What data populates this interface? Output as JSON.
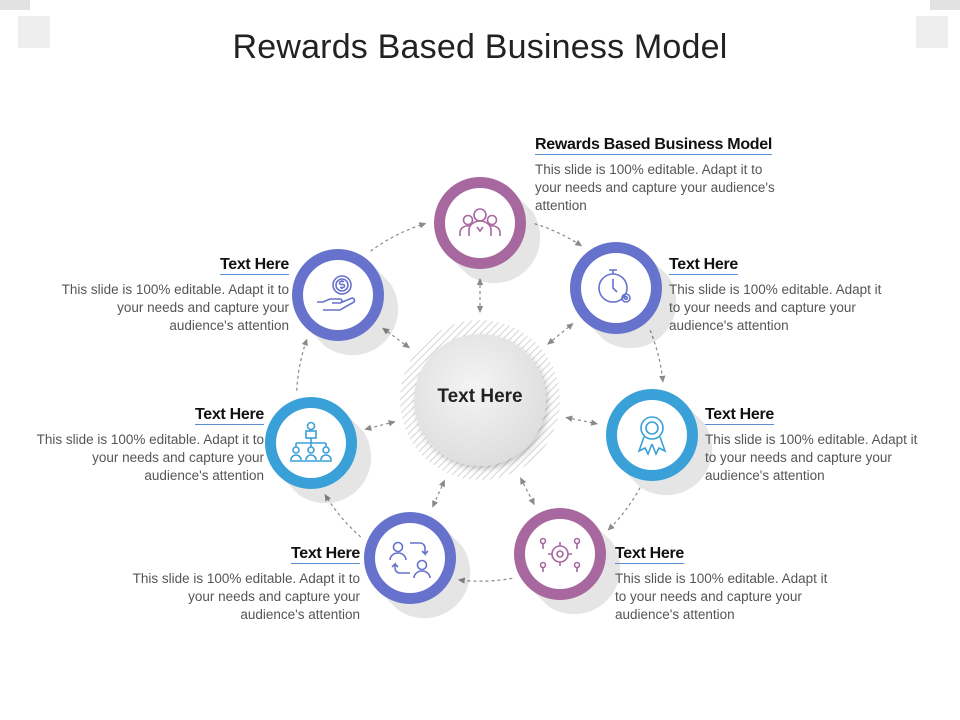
{
  "title": "Rewards Based Business Model",
  "center": {
    "label": "Text Here"
  },
  "colors": {
    "magenta": "#a7679f",
    "indigo": "#6672cc",
    "blue": "#3aa0d8",
    "arrow": "#8a8a8a"
  },
  "nodes": [
    {
      "id": "top",
      "icon": "team-people-icon",
      "color": "magenta",
      "heading": "Rewards Based Business Model",
      "text": "This slide is 100% editable. Adapt it to your needs and capture your audience's attention"
    },
    {
      "id": "upper-right",
      "icon": "stopwatch-gear-icon",
      "color": "indigo",
      "heading": "Text Here",
      "text": "This slide is 100% editable. Adapt it to your needs and capture your audience's attention"
    },
    {
      "id": "right",
      "icon": "award-ribbon-icon",
      "color": "blue",
      "heading": "Text Here",
      "text": "This slide is 100% editable. Adapt it to your needs and capture your audience's attention"
    },
    {
      "id": "lower-right",
      "icon": "network-gear-icon",
      "color": "magenta",
      "heading": "Text Here",
      "text": "This slide is 100% editable. Adapt it to your needs and capture your audience's attention"
    },
    {
      "id": "lower-left",
      "icon": "people-exchange-icon",
      "color": "indigo",
      "heading": "Text Here",
      "text": "This slide is 100% editable. Adapt it to your needs and capture your audience's attention"
    },
    {
      "id": "left",
      "icon": "org-hierarchy-icon",
      "color": "blue",
      "heading": "Text Here",
      "text": "This slide is 100% editable. Adapt it to your needs and capture your audience's attention"
    },
    {
      "id": "upper-left",
      "icon": "hand-coin-icon",
      "color": "indigo",
      "heading": "Text Here",
      "text": "This slide is 100% editable. Adapt it to your needs and capture your audience's attention"
    }
  ]
}
